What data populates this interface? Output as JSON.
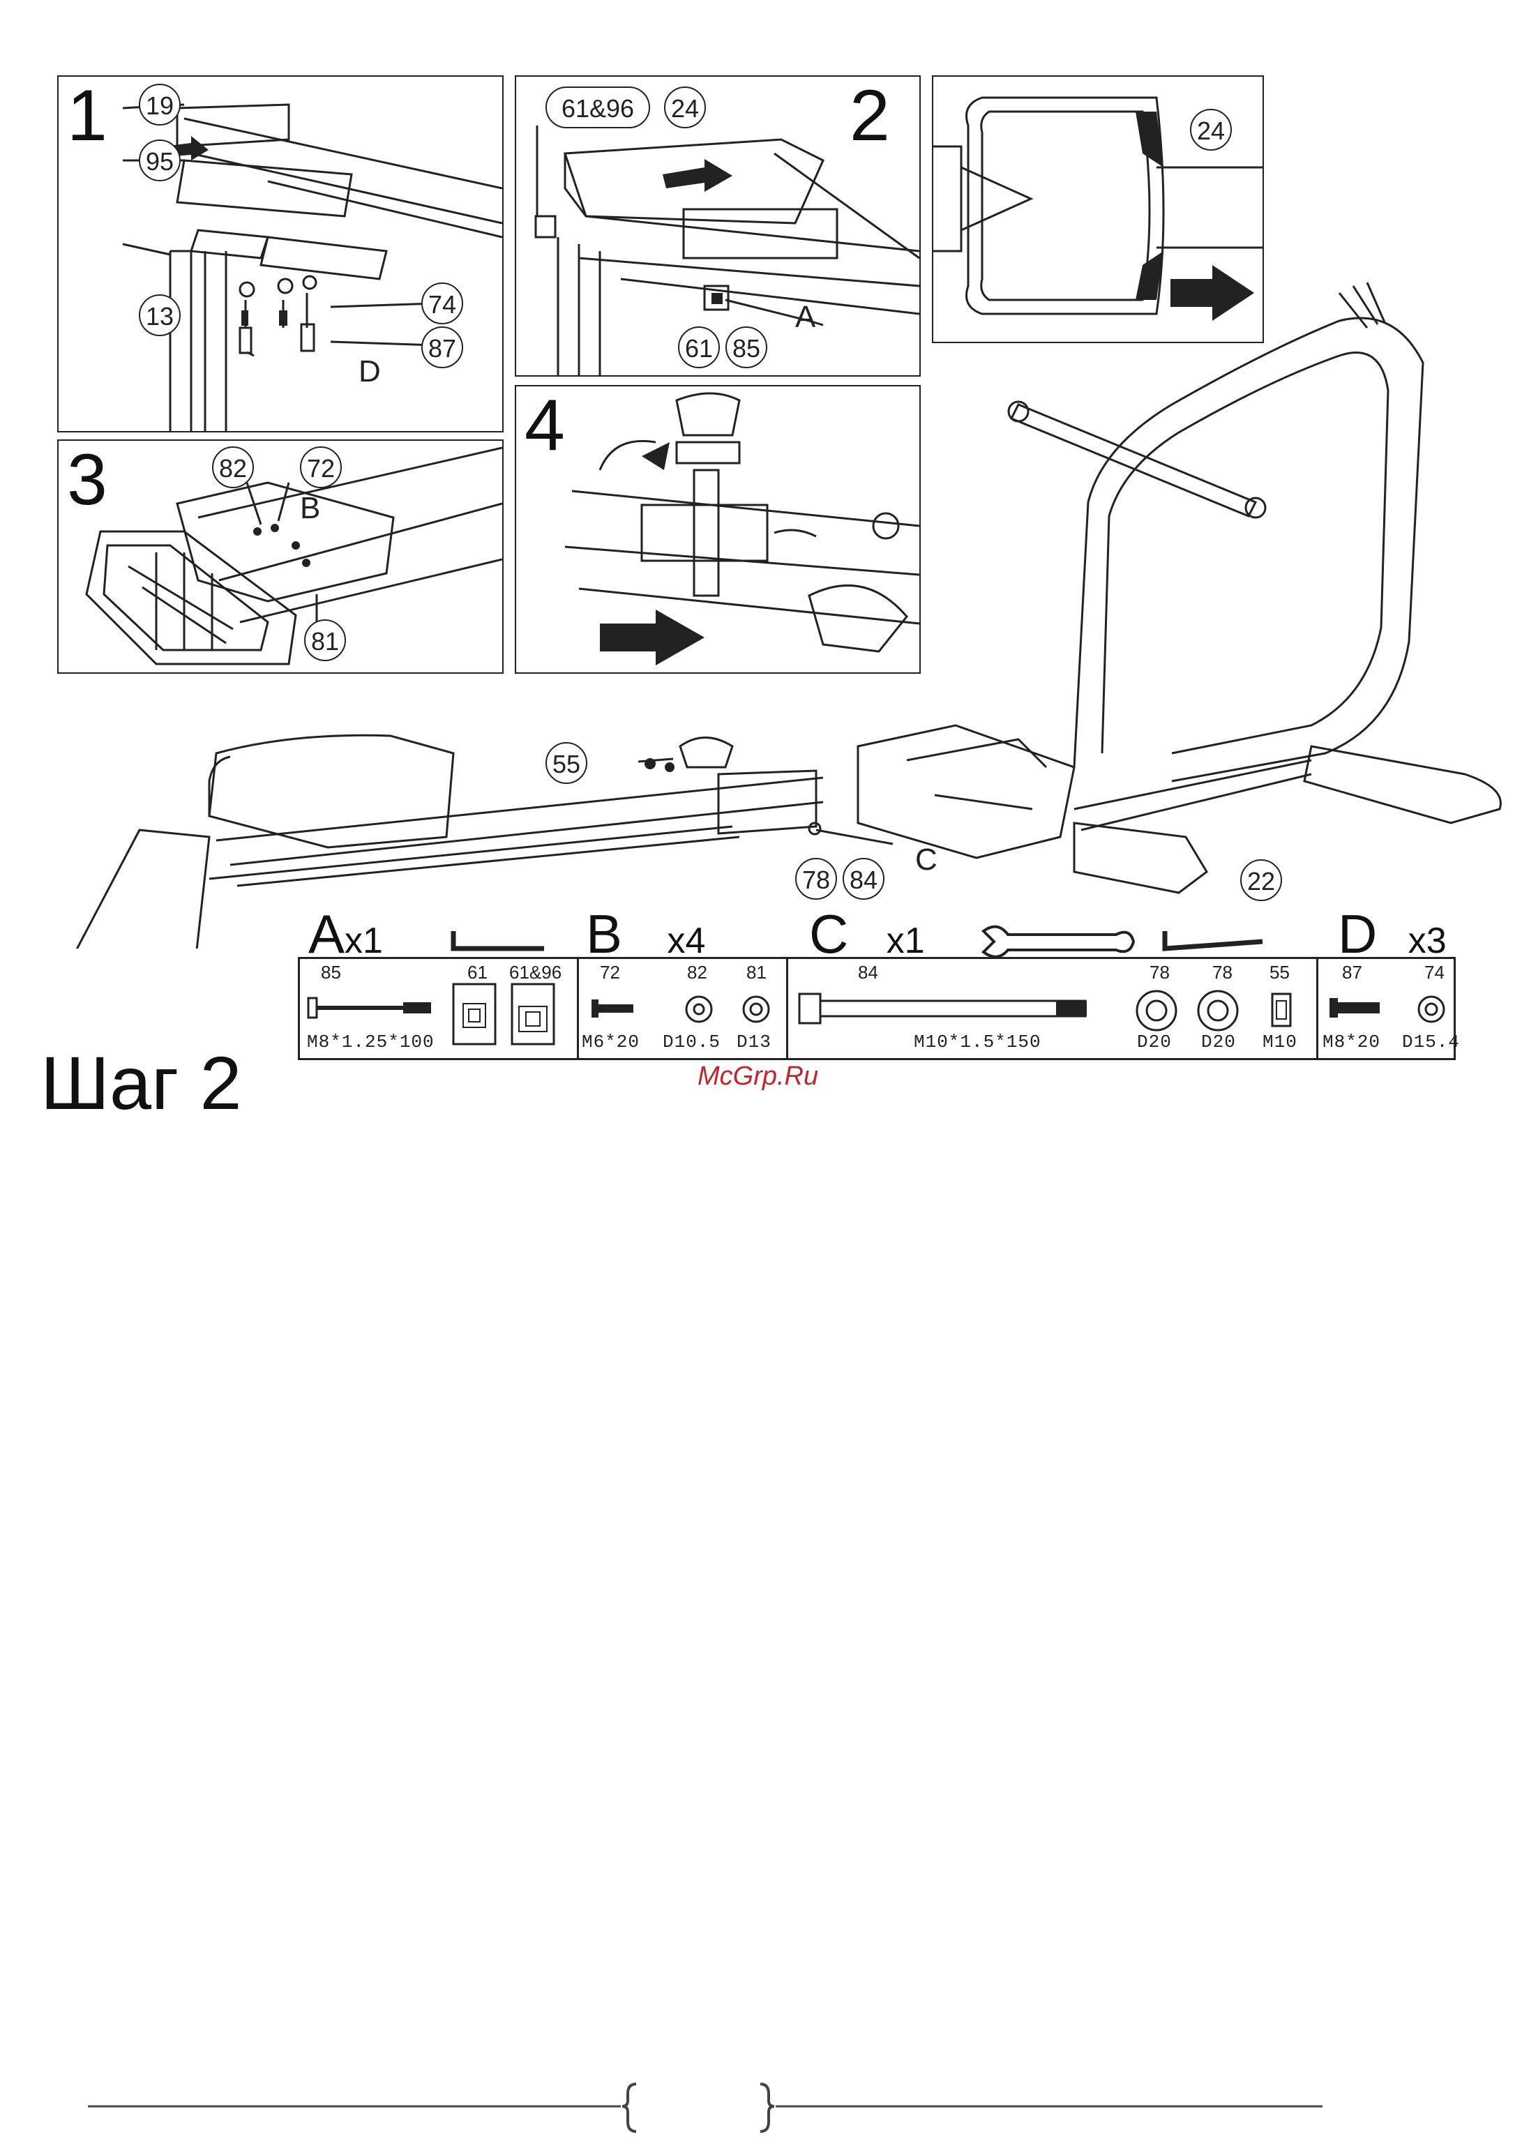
{
  "panels": {
    "panel1": {
      "step": "1",
      "callouts": [
        "19",
        "95",
        "13",
        "74",
        "87"
      ],
      "letters": [
        "D"
      ]
    },
    "panel2": {
      "step": "2",
      "callouts": [
        "61",
        "&",
        "96",
        "24",
        "61",
        "85",
        "24"
      ],
      "letters": [
        "A"
      ]
    },
    "panel3": {
      "step": "3",
      "callouts": [
        "82",
        "72",
        "81"
      ],
      "letters": [
        "B"
      ]
    },
    "panel4": {
      "step": "4"
    }
  },
  "main": {
    "callouts": [
      "55",
      "78",
      "84",
      "22"
    ],
    "letters": [
      "C"
    ]
  },
  "hardware": {
    "A": {
      "letter": "A",
      "qty": "x1",
      "parts": [
        {
          "num": "85",
          "spec": "M8*1.25*100"
        },
        {
          "num": "61",
          "spec": ""
        },
        {
          "num": "61&96",
          "spec": ""
        }
      ]
    },
    "B": {
      "letter": "B",
      "qty": "x4",
      "parts": [
        {
          "num": "72",
          "spec": "M6*20"
        },
        {
          "num": "82",
          "spec": "D10.5"
        },
        {
          "num": "81",
          "spec": "D13"
        }
      ]
    },
    "C": {
      "letter": "C",
      "qty": "x1",
      "parts": [
        {
          "num": "84",
          "spec": "M10*1.5*150"
        },
        {
          "num": "78",
          "spec": "D20"
        },
        {
          "num": "78",
          "spec": "D20"
        },
        {
          "num": "55",
          "spec": "M10"
        }
      ]
    },
    "D": {
      "letter": "D",
      "qty": "x3",
      "parts": [
        {
          "num": "87",
          "spec": "M8*20"
        },
        {
          "num": "74",
          "spec": "D15.4"
        }
      ]
    }
  },
  "step_title": "Шаг 2",
  "watermark": "McGrp.Ru",
  "footer": {
    "page_number": ""
  }
}
